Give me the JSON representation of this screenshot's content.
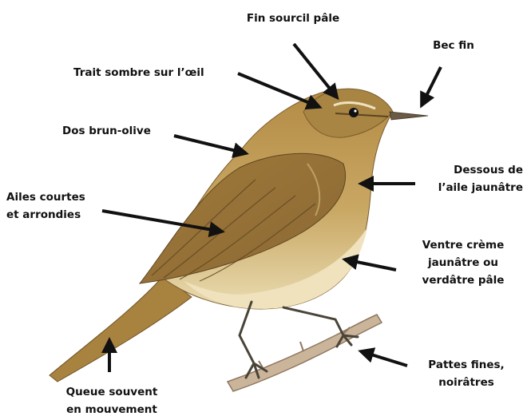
{
  "labels": {
    "fin_sourcil": "Fin sourcil pâle",
    "bec_fin": "Bec fin",
    "trait_sombre": "Trait sombre sur l’œil",
    "dos": "Dos brun-olive",
    "dessous_aile_1": "Dessous de",
    "dessous_aile_2": "l’aile jaunâtre",
    "ailes_1": "Ailes courtes",
    "ailes_2": "et arrondies",
    "ventre_1": "Ventre crème",
    "ventre_2": "jaunâtre ou",
    "ventre_3": "verdâtre pâle",
    "pattes_1": "Pattes fines,",
    "pattes_2": "noirâtres",
    "queue_1": "Queue souvent",
    "queue_2": "en mouvement"
  },
  "colors": {
    "arrow": "#111111",
    "plumage_upper": "#b08a47",
    "plumage_lower": "#d9bf82",
    "belly": "#efe2bd",
    "wing_dark": "#7a5a2c",
    "legs": "#4a4438",
    "branch": "#cbb59a"
  }
}
